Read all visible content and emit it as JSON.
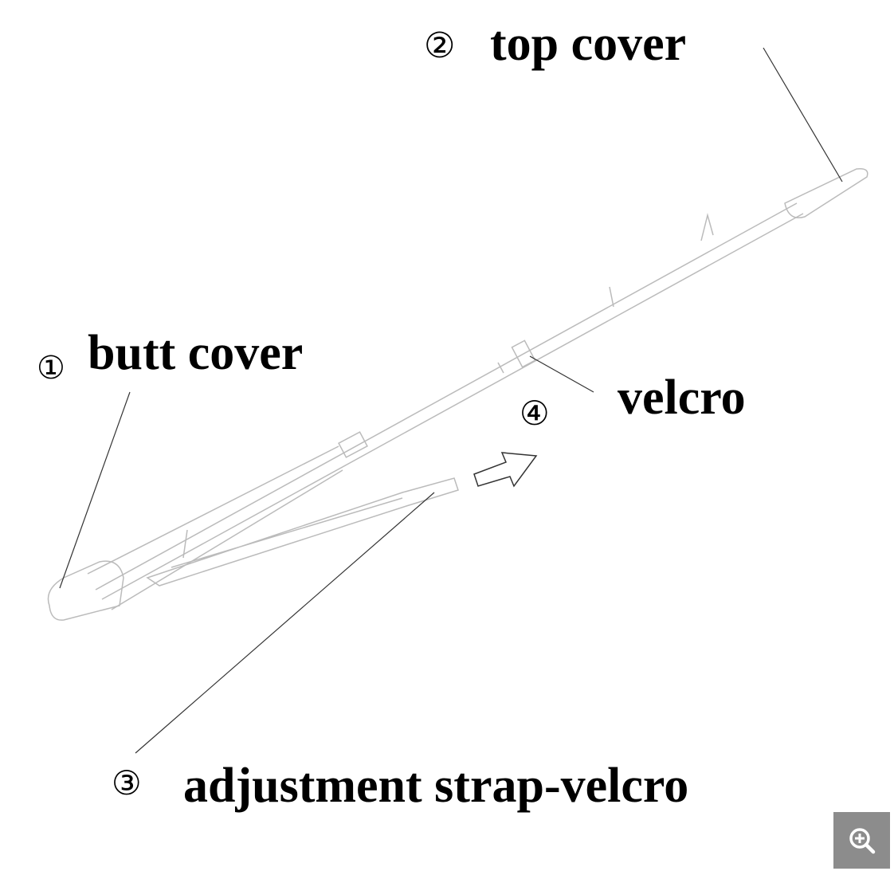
{
  "labels": {
    "butt_cover": {
      "number": "①",
      "text": "butt cover"
    },
    "top_cover": {
      "number": "②",
      "text": "top cover"
    },
    "strap": {
      "number": "③",
      "text": "adjustment strap-velcro"
    },
    "velcro": {
      "number": "④",
      "text": "velcro"
    }
  },
  "zoom_button": {
    "icon": "zoom-in-icon"
  },
  "colors": {
    "line": "#555555",
    "zoom_bg": "#8c8c8c"
  }
}
